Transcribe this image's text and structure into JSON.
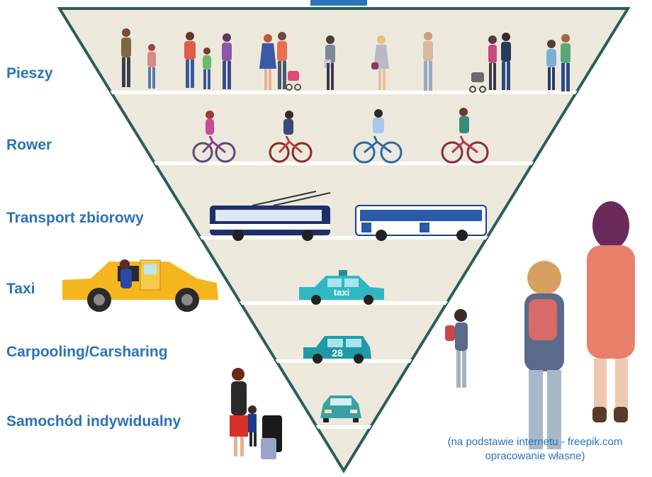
{
  "levels": [
    {
      "label": "Pieszy"
    },
    {
      "label": "Rower"
    },
    {
      "label": "Transport zbiorowy"
    },
    {
      "label": "Taxi"
    },
    {
      "label": "Carpooling/Carsharing"
    },
    {
      "label": "Samochód indywidualny"
    }
  ],
  "vehicle_text": {
    "taxi_sign": "taxi",
    "car_number": "28"
  },
  "caption": {
    "line1": "(na podstawie internetu - freepik.com",
    "line2": "opracowanie własne)"
  },
  "colors": {
    "label": "#2a73b9",
    "triangle_fill": "#ece9dc",
    "triangle_stroke": "#2b5d59",
    "taxi_yellow": "#f5b51f",
    "teal_car": "#2fb8c3"
  },
  "icons": [
    "pedestrians-illustration",
    "cyclists-illustration",
    "trolleybus-illustration",
    "bus-illustration",
    "taxi-cab-illustration",
    "teal-taxi-illustration",
    "carpool-van-illustration",
    "small-car-illustration",
    "traveling-woman-illustration",
    "students-illustration"
  ]
}
